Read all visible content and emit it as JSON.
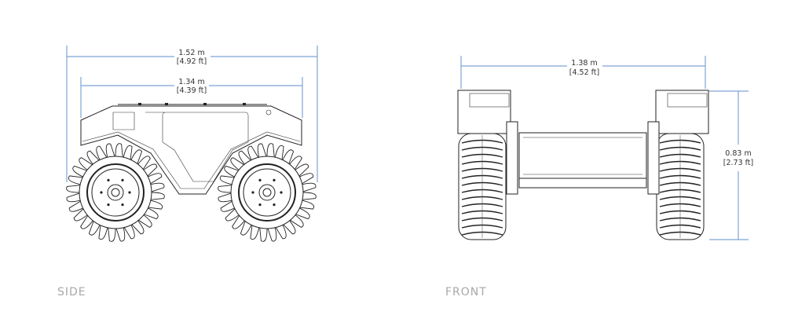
{
  "side_view": {
    "label": "SIDE",
    "overall_length": {
      "metric": "1.52 m",
      "imperial": "[4.92 ft]"
    },
    "body_length": {
      "metric": "1.34 m",
      "imperial": "[4.39 ft]"
    }
  },
  "front_view": {
    "label": "FRONT",
    "overall_width": {
      "metric": "1.38 m",
      "imperial": "[4.52 ft]"
    },
    "height": {
      "metric": "0.83 m",
      "imperial": "[2.73 ft]"
    }
  },
  "colors": {
    "dimension_line": "#7ea3d6",
    "view_label": "#a8a8a8",
    "drawing": "#222222"
  }
}
